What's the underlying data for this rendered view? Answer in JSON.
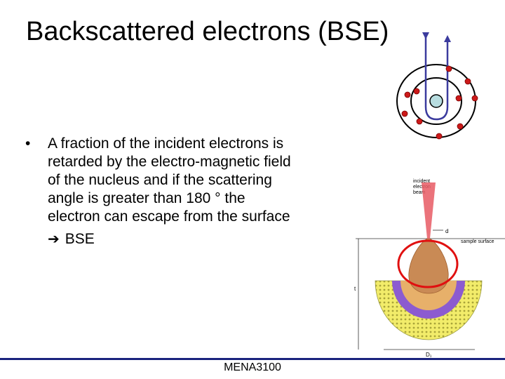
{
  "slide": {
    "title": "Backscattered electrons (BSE)",
    "bullet_marker": "•",
    "bullet_lines": [
      "A fraction of the incident electrons is",
      "retarded by the electro-magnetic field",
      "of the nucleus and if the scattering",
      "angle is greater than 180 ° the",
      "electron can escape from the surface"
    ],
    "arrow_text": "BSE",
    "footer": "MENA3100"
  },
  "figure": {
    "label_incident": [
      "incident",
      "electron",
      "beam"
    ],
    "label_sample_surface": "sample surface",
    "label_d": "d",
    "label_t": "t",
    "label_d1": "D₁"
  },
  "colors": {
    "accent_blue": "#1a237e",
    "electron_red": "#cc1a1a",
    "nucleus": "#b8dde0",
    "beam_path": "#3b3b9e",
    "highlight_circle": "#e01010"
  }
}
